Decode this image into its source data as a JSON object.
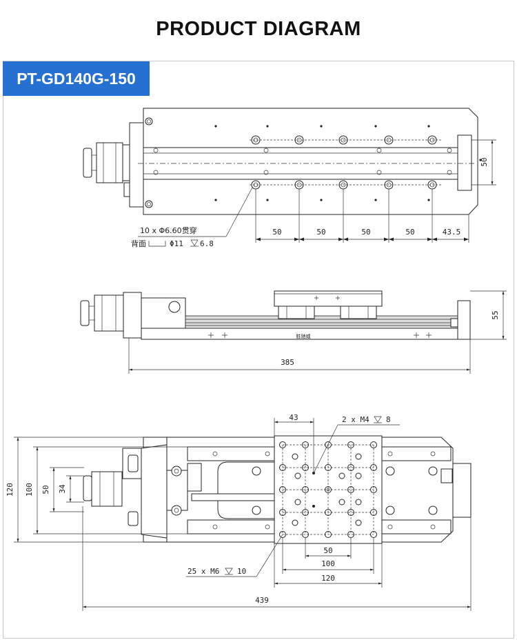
{
  "title": "PRODUCT DIAGRAM",
  "model": "PT-GD140G-150",
  "top_view": {
    "hole_note_line1": "10 x  Φ6.60贯穿",
    "hole_note_line2_prefix": "背面",
    "hole_note_line2_suffix": "Φ11",
    "hole_note_line2_depth": "6.8",
    "pitch": [
      "50",
      "50",
      "50",
      "50"
    ],
    "end_offset": "43.5",
    "rail_spacing": "50"
  },
  "side_view": {
    "height": "55",
    "overall_length": "385",
    "brand_mark": "胜驰威"
  },
  "bottom_view": {
    "tap_note_top_prefix": "2 x M4",
    "tap_note_top_depth": "8",
    "tap_note_bottom_prefix": "25 x M6",
    "tap_note_bottom_depth": "10",
    "carriage_offset": "43",
    "height_outer": "120",
    "height_inner": "100",
    "height_rail": "50",
    "height_motor": "34",
    "table_dim_small": "50",
    "table_dim_mid": "100",
    "table_dim_large": "120",
    "overall_length": "439"
  }
}
